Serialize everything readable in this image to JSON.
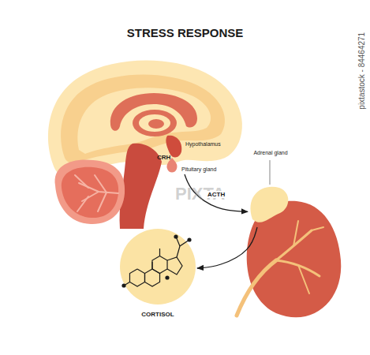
{
  "diagram": {
    "title": "STRESS RESPONSE",
    "nodes": [
      {
        "text": [
          "Pituitary gland"
        ]
      },
      {
        "text": [
          "Adrenal gland"
        ]
      },
      {
        "text": [
          "CORTISOL"
        ]
      }
    ],
    "edges": [
      {
        "from": 0,
        "to": 1,
        "label": "ACTH",
        "arrow": "to"
      },
      {
        "from": 1,
        "to": 2,
        "arrow": "to"
      }
    ],
    "labels": [
      "Hypothalamus",
      "CRH",
      "PIXTA",
      "pixtastock - 84464271"
    ]
  }
}
